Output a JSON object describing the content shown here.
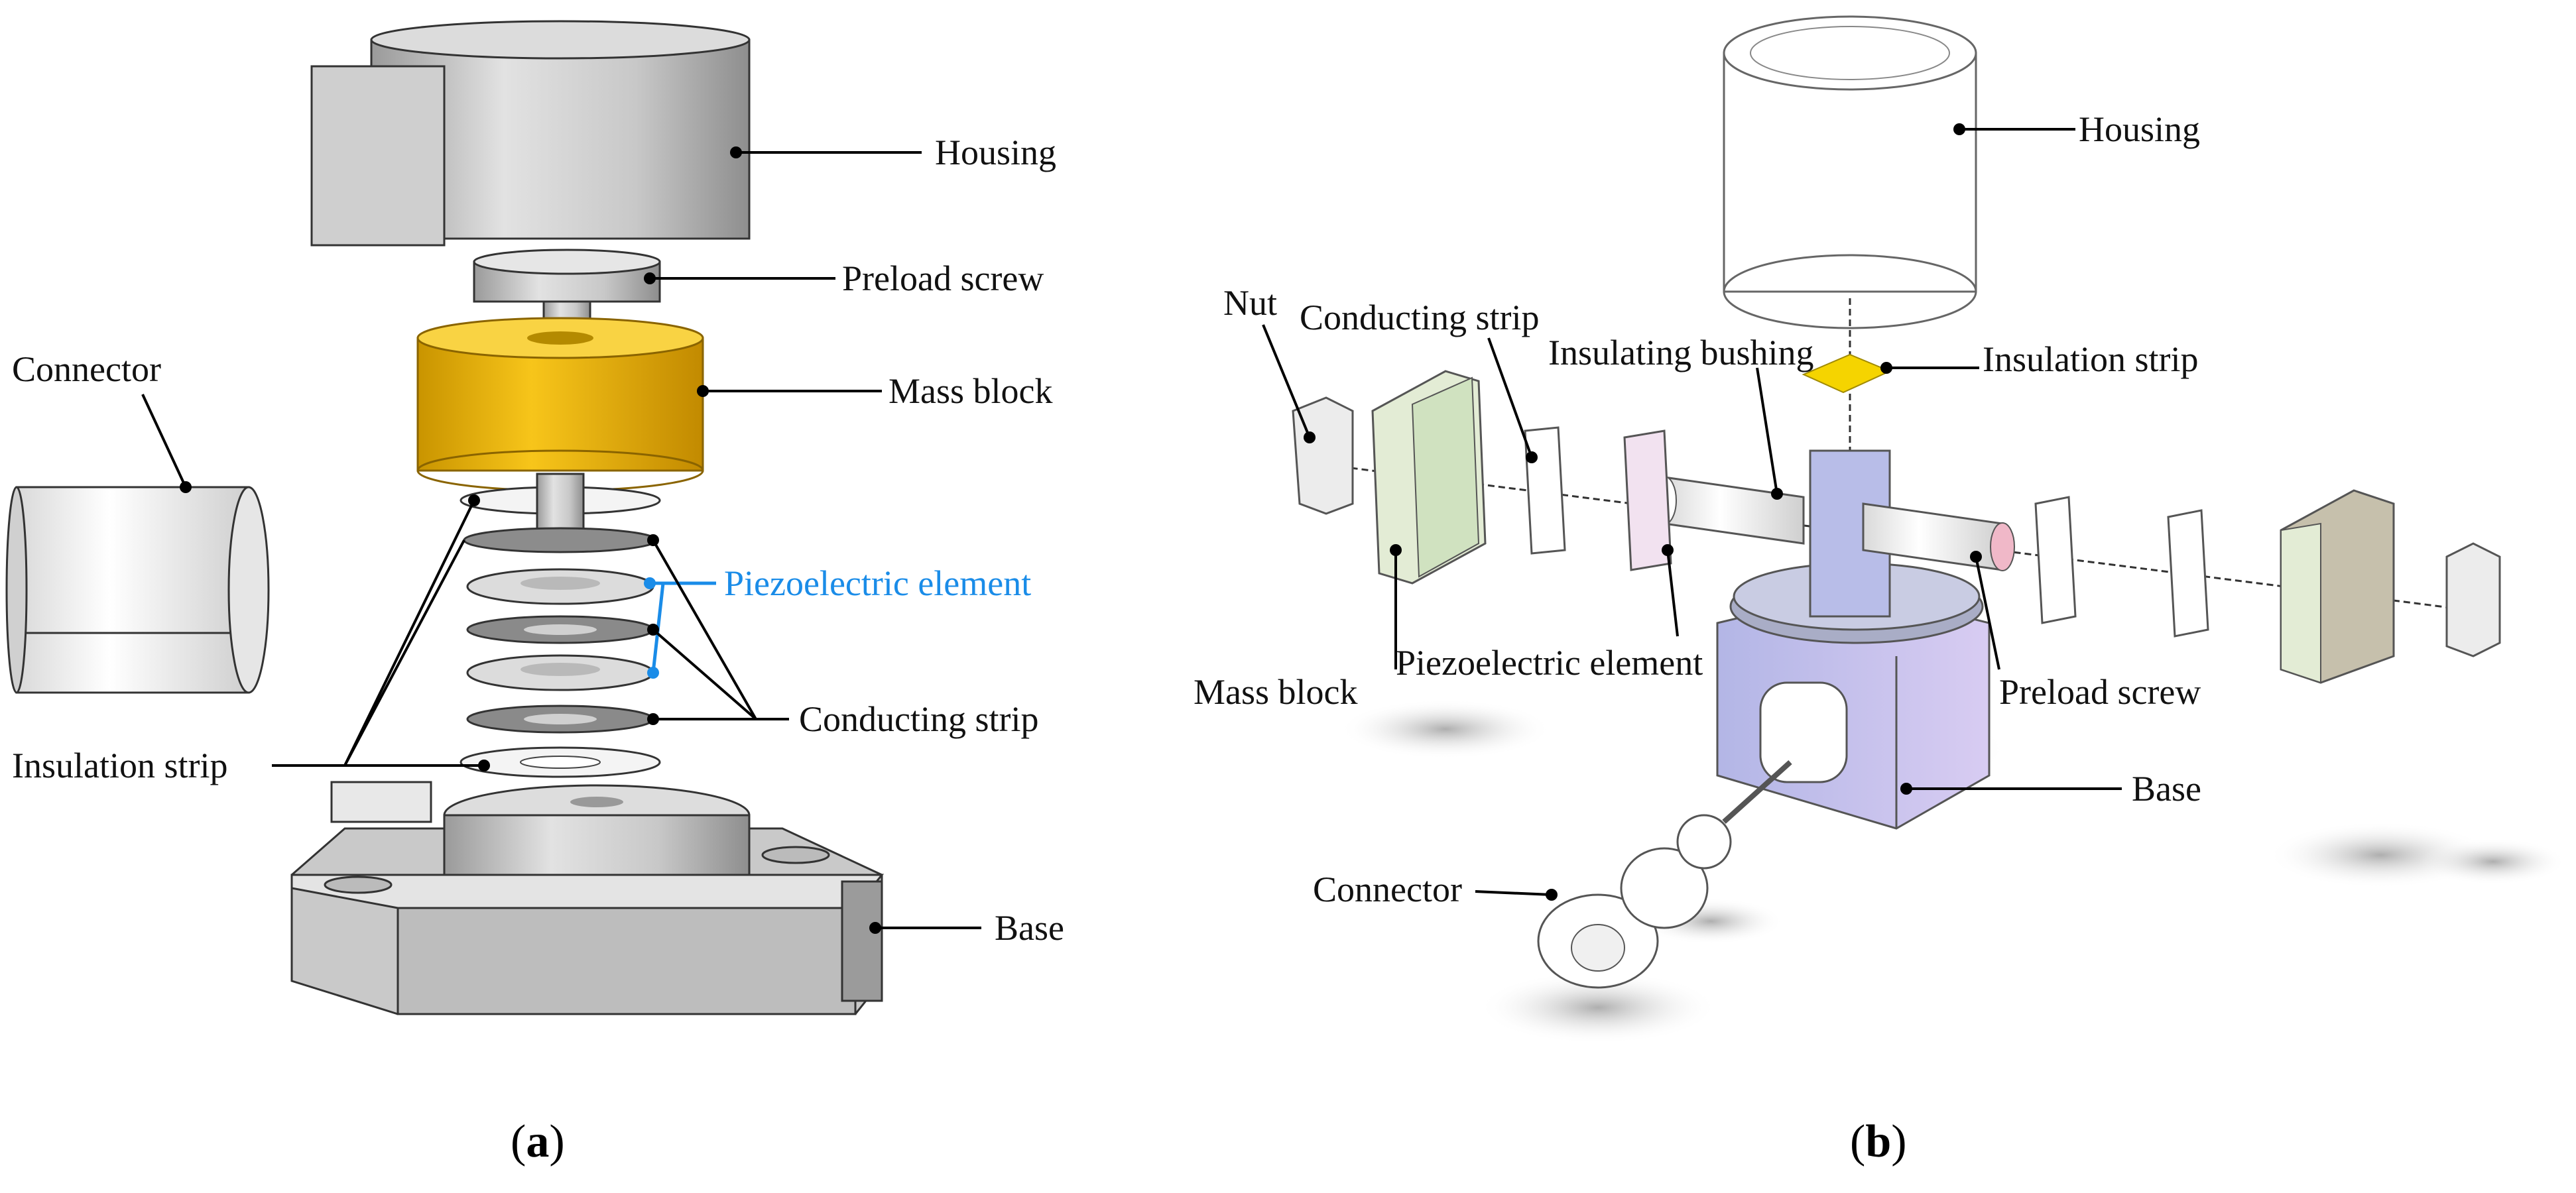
{
  "panel_a": {
    "caption_open": "(",
    "caption_letter": "a",
    "caption_close": ")",
    "labels": {
      "housing": "Housing",
      "preload_screw": "Preload screw",
      "mass_block": "Mass block",
      "connector": "Connector",
      "piezoelectric_element": "Piezoelectric element",
      "conducting_strip": "Conducting strip",
      "insulation_strip": "Insulation strip",
      "base": "Base"
    }
  },
  "panel_b": {
    "caption_open": "(",
    "caption_letter": "b",
    "caption_close": ")",
    "labels": {
      "housing": "Housing",
      "nut": "Nut",
      "conducting_strip": "Conducting strip",
      "insulating_bushing": "Insulating bushing",
      "insulation_strip": "Insulation strip",
      "mass_block": "Mass block",
      "piezoelectric_element": "Piezoelectric element",
      "preload_screw": "Preload screw",
      "base": "Base",
      "connector": "Connector"
    }
  },
  "colors": {
    "mass_block_a": "#e8b400",
    "piezo_label": "#1a8ce8",
    "insulation_strip_b": "#f5d400"
  }
}
